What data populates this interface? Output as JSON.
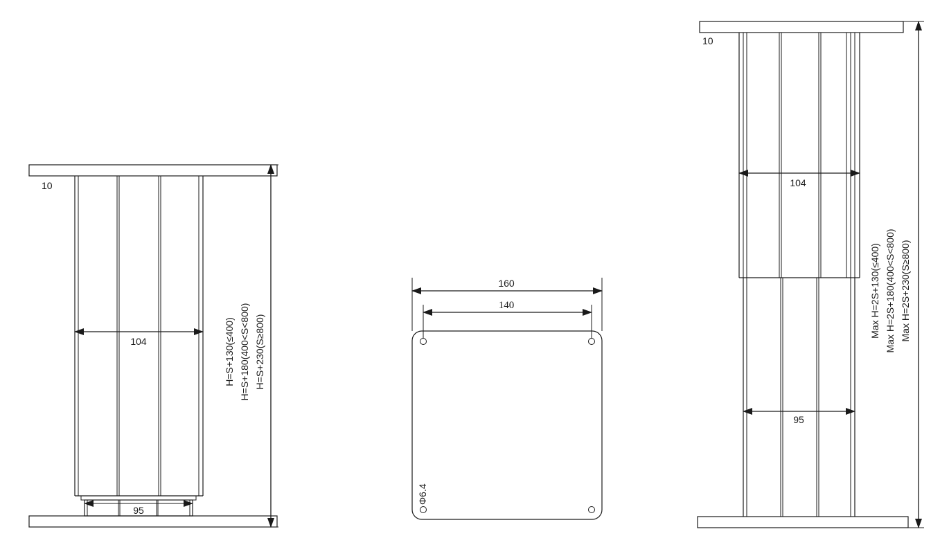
{
  "left_view": {
    "plate_thickness_label": "10",
    "width_label": "104",
    "base_width_label": "95",
    "height_formulas": [
      "H=S+130(≤400)",
      "H=S+180(400<S<800)",
      "H=S+230(S≥800)"
    ]
  },
  "middle_view": {
    "outer_width_label": "160",
    "hole_spacing_label": "140",
    "hole_diameter_label": "Φ6.4"
  },
  "right_view": {
    "plate_thickness_label": "10",
    "width_label": "104",
    "inner_width_label": "95",
    "height_formulas": [
      "Max H=2S+130(≤400)",
      "Max H=2S+180(400<S<800)",
      "Max H=2S+230(S≥800)"
    ]
  },
  "colors": {
    "line": "#1a1a1a",
    "background": "#ffffff"
  }
}
